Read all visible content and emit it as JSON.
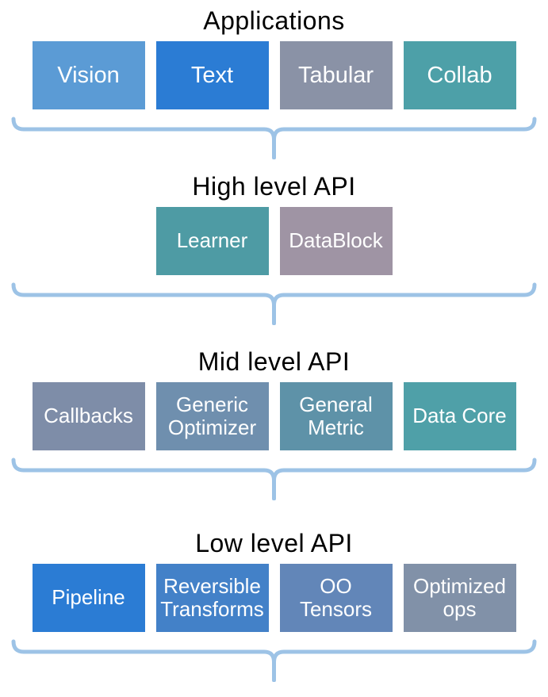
{
  "diagram": {
    "brace_color": "#9dc3e6",
    "title_color": "#000000",
    "box_text_color": "#ffffff",
    "sections": [
      {
        "title": "Applications",
        "boxes": [
          {
            "label": "Vision",
            "color": "#5b9bd5"
          },
          {
            "label": "Text",
            "color": "#2b7cd4"
          },
          {
            "label": "Tabular",
            "color": "#8a92a6"
          },
          {
            "label": "Collab",
            "color": "#4da0a8"
          }
        ]
      },
      {
        "title": "High level API",
        "boxes": [
          {
            "label": "Learner",
            "color": "#4e9ba4"
          },
          {
            "label": "DataBlock",
            "color": "#9f94a4"
          }
        ]
      },
      {
        "title": "Mid level API",
        "boxes": [
          {
            "label": "Callbacks",
            "color": "#7e8da8"
          },
          {
            "label": "Generic Optimizer",
            "color": "#6f8fae"
          },
          {
            "label": "General Metric",
            "color": "#5e92a8"
          },
          {
            "label": "Data Core",
            "color": "#4fa0a8"
          }
        ]
      },
      {
        "title": "Low level API",
        "boxes": [
          {
            "label": "Pipeline",
            "color": "#2b7cd4"
          },
          {
            "label": "Reversible Transforms",
            "color": "#4381c8"
          },
          {
            "label": "OO Tensors",
            "color": "#6286b8"
          },
          {
            "label": "Optimized ops",
            "color": "#8191a8"
          }
        ]
      }
    ]
  }
}
